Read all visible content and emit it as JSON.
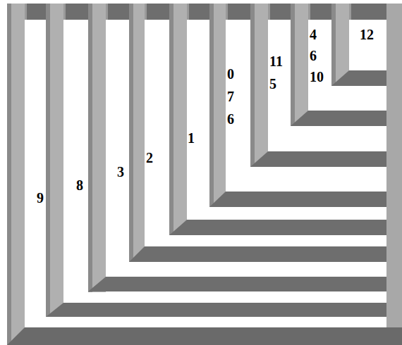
{
  "diagram": {
    "labels": [
      "9",
      "8",
      "3",
      "2",
      "1",
      "0",
      "7",
      "6",
      "11",
      "5",
      "4",
      "6",
      "10",
      "12"
    ]
  }
}
